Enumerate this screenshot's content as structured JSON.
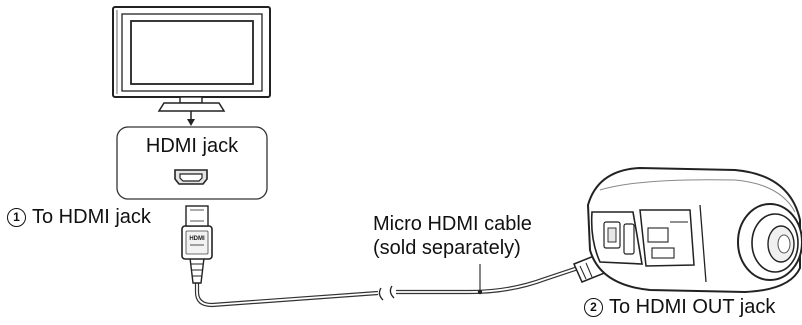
{
  "diagram": {
    "tv_port_label": "HDMI jack",
    "cable_label_line1": "Micro HDMI cable",
    "cable_label_line2": "(sold separately)",
    "step1": {
      "number": "1",
      "text": "To HDMI jack"
    },
    "step2": {
      "number": "2",
      "text": "To HDMI OUT jack"
    },
    "connector_logo": "HDMI"
  }
}
